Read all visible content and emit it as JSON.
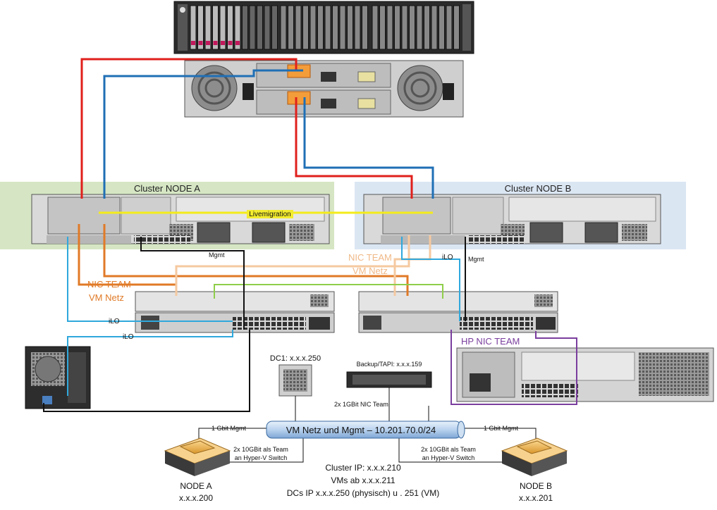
{
  "clusters": {
    "node_a_title": "Cluster NODE A",
    "node_b_title": "Cluster NODE B"
  },
  "links": {
    "livemigration": "Livemigration",
    "mgmt_a": "Mgmt",
    "mgmt_b": "Mgmt",
    "ilo_b": "iLO",
    "ilo_switch": "iLO",
    "ilo_tower": "iLO",
    "nic_team_a": "NIC TEAM",
    "vm_netz_a": "VM Netz",
    "nic_team_b": "NIC TEAM",
    "vm_netz_b": "VM Netz",
    "hp_nic_team": "HP NIC TEAM"
  },
  "devices": {
    "dc1": "DC1: x.x.x.250",
    "backup": "Backup/TAPI: x.x.x.159",
    "backup_team": "2x 1GBit NIC Team"
  },
  "network": {
    "bus_label": "VM Netz und Mgmt – 10.201.70.0/24",
    "mgmt_left": "1 Gbit Mgmt",
    "mgmt_right": "1 Gbit Mgmt",
    "team_left_1": "2x 10GBit als Team",
    "team_left_2": "an Hyper-V Switch",
    "team_right_1": "2x 10GBit als Team",
    "team_right_2": "an Hyper-V Switch"
  },
  "info": {
    "line1": "Cluster IP: x.x.x.210",
    "line2": "VMs ab x.x.x.211",
    "line3": "DCs IP x.x.x.250 (physisch) u . 251 (VM)"
  },
  "nodes": {
    "a_name": "NODE A",
    "a_ip": "x.x.x.200",
    "b_name": "NODE B",
    "b_ip": "x.x.x.201"
  },
  "colors": {
    "sas_red": "#e0201c",
    "sas_blue": "#1f6fb5",
    "livemigration": "#f4ec1a",
    "nic_team_a": "#e07a27",
    "nic_team_b": "#f5c9a0",
    "vm_green": "#8fce4a",
    "ilo": "#2fa8dc",
    "mgmt": "#111111",
    "hp_team": "#7a3e9e",
    "cluster_a_bg": "#d6e6c4",
    "cluster_b_bg": "#dbe6f3"
  }
}
